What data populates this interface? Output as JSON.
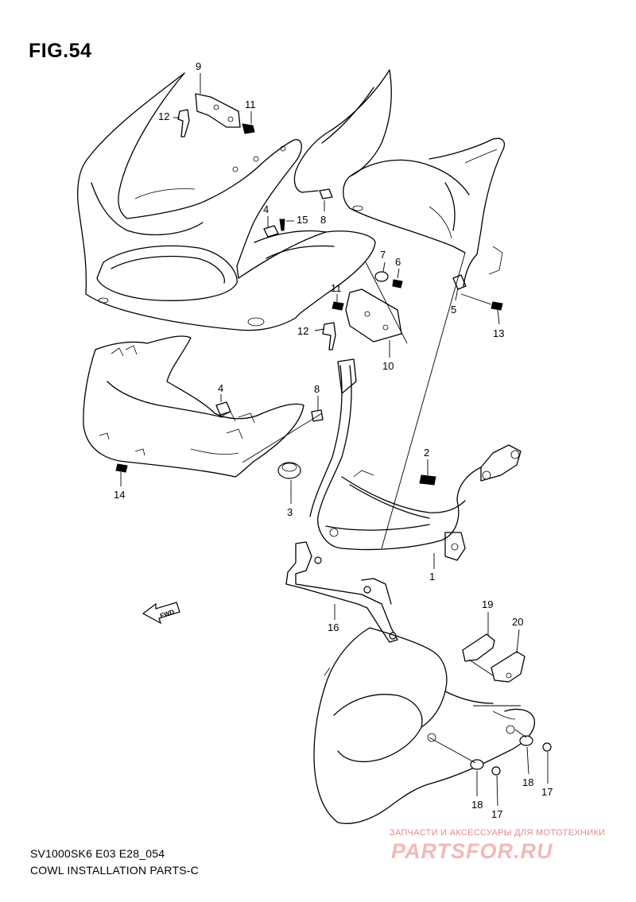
{
  "figure": {
    "title": "FIG.54",
    "model_code": "SV1000SK6 E03 E28_054",
    "caption": "COWL INSTALLATION PARTS-C"
  },
  "fwd_arrow": {
    "label": "FWD"
  },
  "callouts": [
    {
      "id": "c9",
      "label": "9"
    },
    {
      "id": "c11a",
      "label": "11"
    },
    {
      "id": "c12a",
      "label": "12"
    },
    {
      "id": "c4a",
      "label": "4"
    },
    {
      "id": "c15",
      "label": "15"
    },
    {
      "id": "c8a",
      "label": "8"
    },
    {
      "id": "c7",
      "label": "7"
    },
    {
      "id": "c6",
      "label": "6"
    },
    {
      "id": "c5",
      "label": "5"
    },
    {
      "id": "c13",
      "label": "13"
    },
    {
      "id": "c11b",
      "label": "11"
    },
    {
      "id": "c12b",
      "label": "12"
    },
    {
      "id": "c10",
      "label": "10"
    },
    {
      "id": "c4b",
      "label": "4"
    },
    {
      "id": "c8b",
      "label": "8"
    },
    {
      "id": "c14",
      "label": "14"
    },
    {
      "id": "c3",
      "label": "3"
    },
    {
      "id": "c2",
      "label": "2"
    },
    {
      "id": "c1",
      "label": "1"
    },
    {
      "id": "c16",
      "label": "16"
    },
    {
      "id": "c19",
      "label": "19"
    },
    {
      "id": "c20",
      "label": "20"
    },
    {
      "id": "c18a",
      "label": "18"
    },
    {
      "id": "c17a",
      "label": "17"
    },
    {
      "id": "c18b",
      "label": "18"
    },
    {
      "id": "c17b",
      "label": "17"
    }
  ],
  "watermark": {
    "tagline": "ЗАПЧАСТИ И АКСЕССУАРЫ ДЛЯ МОТОТЕХНИКИ",
    "logo": "PARTSFOR.RU",
    "color": "#e38a8a"
  }
}
